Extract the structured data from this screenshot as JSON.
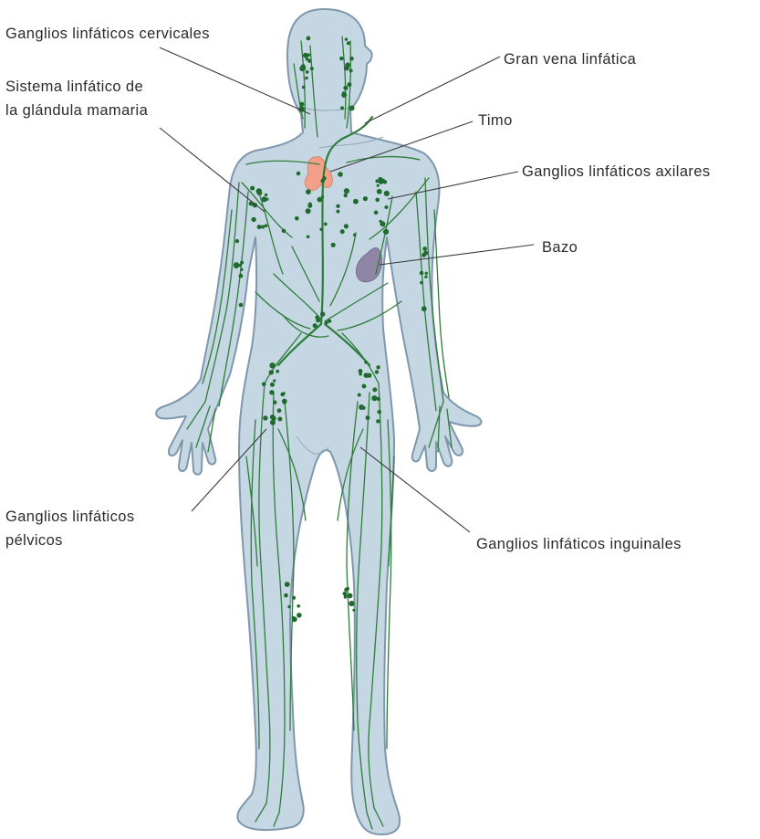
{
  "labels": {
    "cervical": "Ganglios linfáticos cervicales",
    "mammary_line1": "Sistema linfático de",
    "mammary_line2": "la glándula mamaria",
    "great_vein": "Gran vena linfática",
    "thymus": "Timo",
    "axillary": "Ganglios linfáticos axilares",
    "spleen": "Bazo",
    "pelvic_line1": "Ganglios linfáticos",
    "pelvic_line2": "pélvicos",
    "inguinal": "Ganglios linfáticos inguinales"
  },
  "colors": {
    "body_fill": "#c5d7e3",
    "body_outline": "#7f97ad",
    "lymph_vessel": "#2e7d3a",
    "lymph_node": "#1f6b2e",
    "thymus": "#f2a08a",
    "spleen": "#8f86a6",
    "text": "#2b2b2b"
  }
}
